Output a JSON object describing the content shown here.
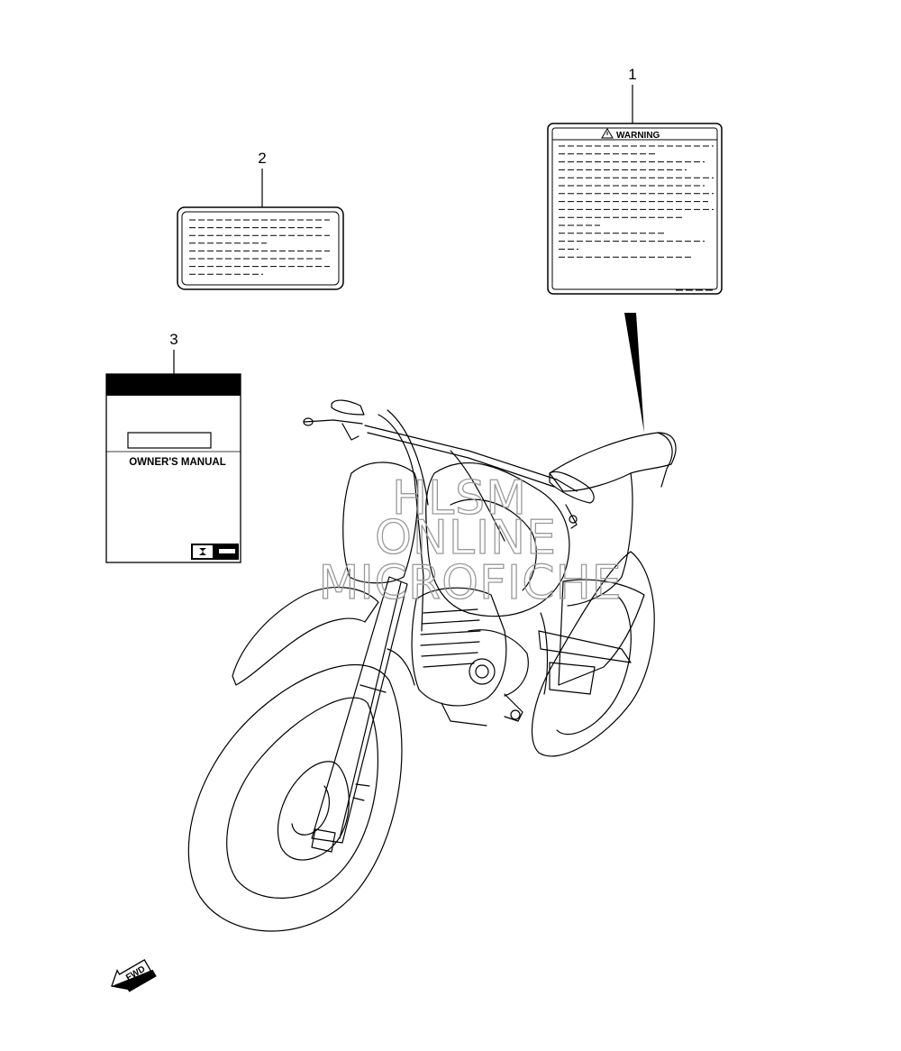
{
  "callouts": [
    {
      "number": "1",
      "part": "warning-label"
    },
    {
      "number": "2",
      "part": "info-label"
    },
    {
      "number": "3",
      "part": "owners-manual"
    }
  ],
  "warning_label": {
    "heading": "WARNING"
  },
  "manual": {
    "title": "OWNER'S MANUAL"
  },
  "watermark": {
    "lines": [
      "HLSM",
      "ONLINE",
      "MICROFICHE"
    ]
  },
  "direction_arrow": {
    "label": "FWD"
  },
  "colors": {
    "line": "#000000",
    "watermark": "#9a9a9a",
    "background": "#ffffff"
  }
}
